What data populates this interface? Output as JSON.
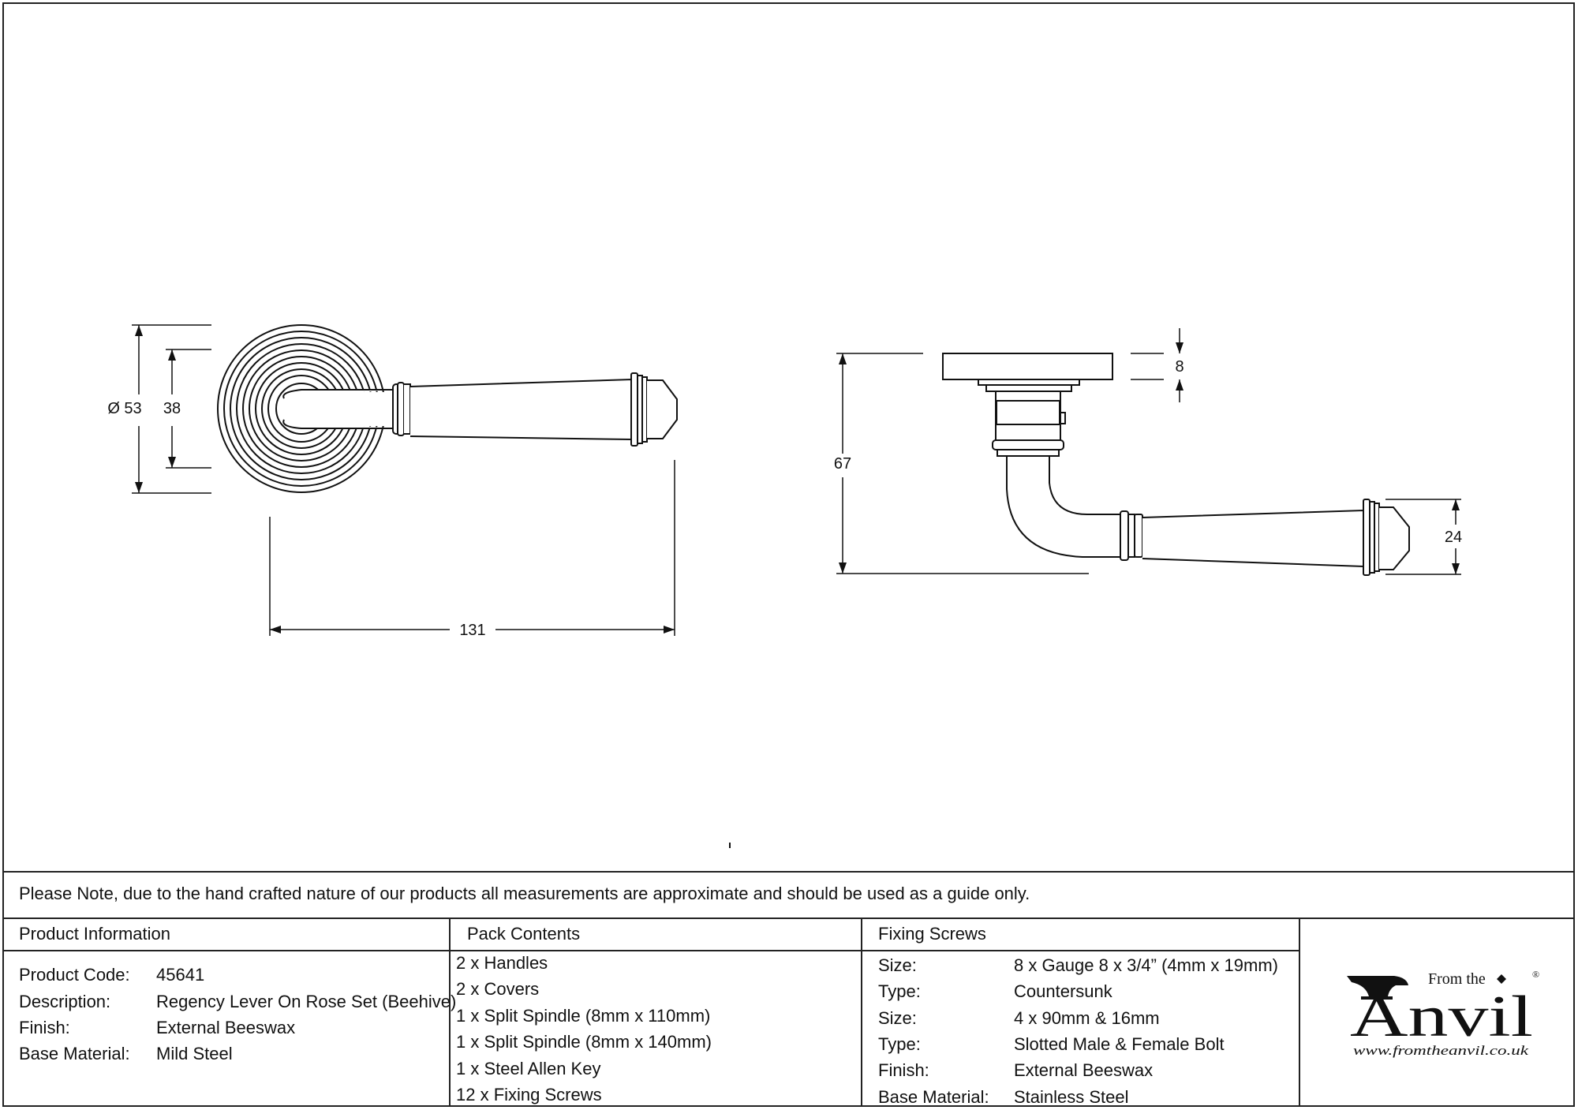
{
  "dimensions": {
    "rose_diameter": "Ø 53",
    "spindle_rose": "38",
    "overall_length": "131",
    "rose_thickness": "8",
    "overall_height": "67",
    "lever_height": "24"
  },
  "note": "Please Note, due to the hand crafted nature of our products all measurements are approximate and should be used as a guide only.",
  "product_info": {
    "heading": "Product Information",
    "rows": [
      {
        "label": "Product Code:",
        "value": "45641"
      },
      {
        "label": "Description:",
        "value": "Regency Lever On Rose Set (Beehive)"
      },
      {
        "label": "Finish:",
        "value": "External Beeswax"
      },
      {
        "label": "Base Material:",
        "value": "Mild Steel"
      }
    ]
  },
  "pack_contents": {
    "heading": "Pack Contents",
    "items": [
      "2 x Handles",
      "2 x Covers",
      "1 x Split Spindle (8mm x 110mm)",
      "1 x Split Spindle (8mm x 140mm)",
      "1 x Steel Allen Key",
      "12 x Fixing Screws"
    ]
  },
  "fixing_screws": {
    "heading": "Fixing Screws",
    "rows": [
      {
        "label": "Size:",
        "value": "8 x Gauge 8 x 3/4” (4mm x 19mm)"
      },
      {
        "label": "Type:",
        "value": "Countersunk"
      },
      {
        "label": "Size:",
        "value": "4 x 90mm & 16mm"
      },
      {
        "label": "Type:",
        "value": "Slotted Male & Female Bolt"
      },
      {
        "label": "Finish:",
        "value": "External Beeswax"
      },
      {
        "label": "Base Material:",
        "value": "Stainless Steel"
      }
    ]
  },
  "logo": {
    "from_the": "From the",
    "brand": "Anvil",
    "website": "www.fromtheanvil.co.uk",
    "registered": "®"
  }
}
